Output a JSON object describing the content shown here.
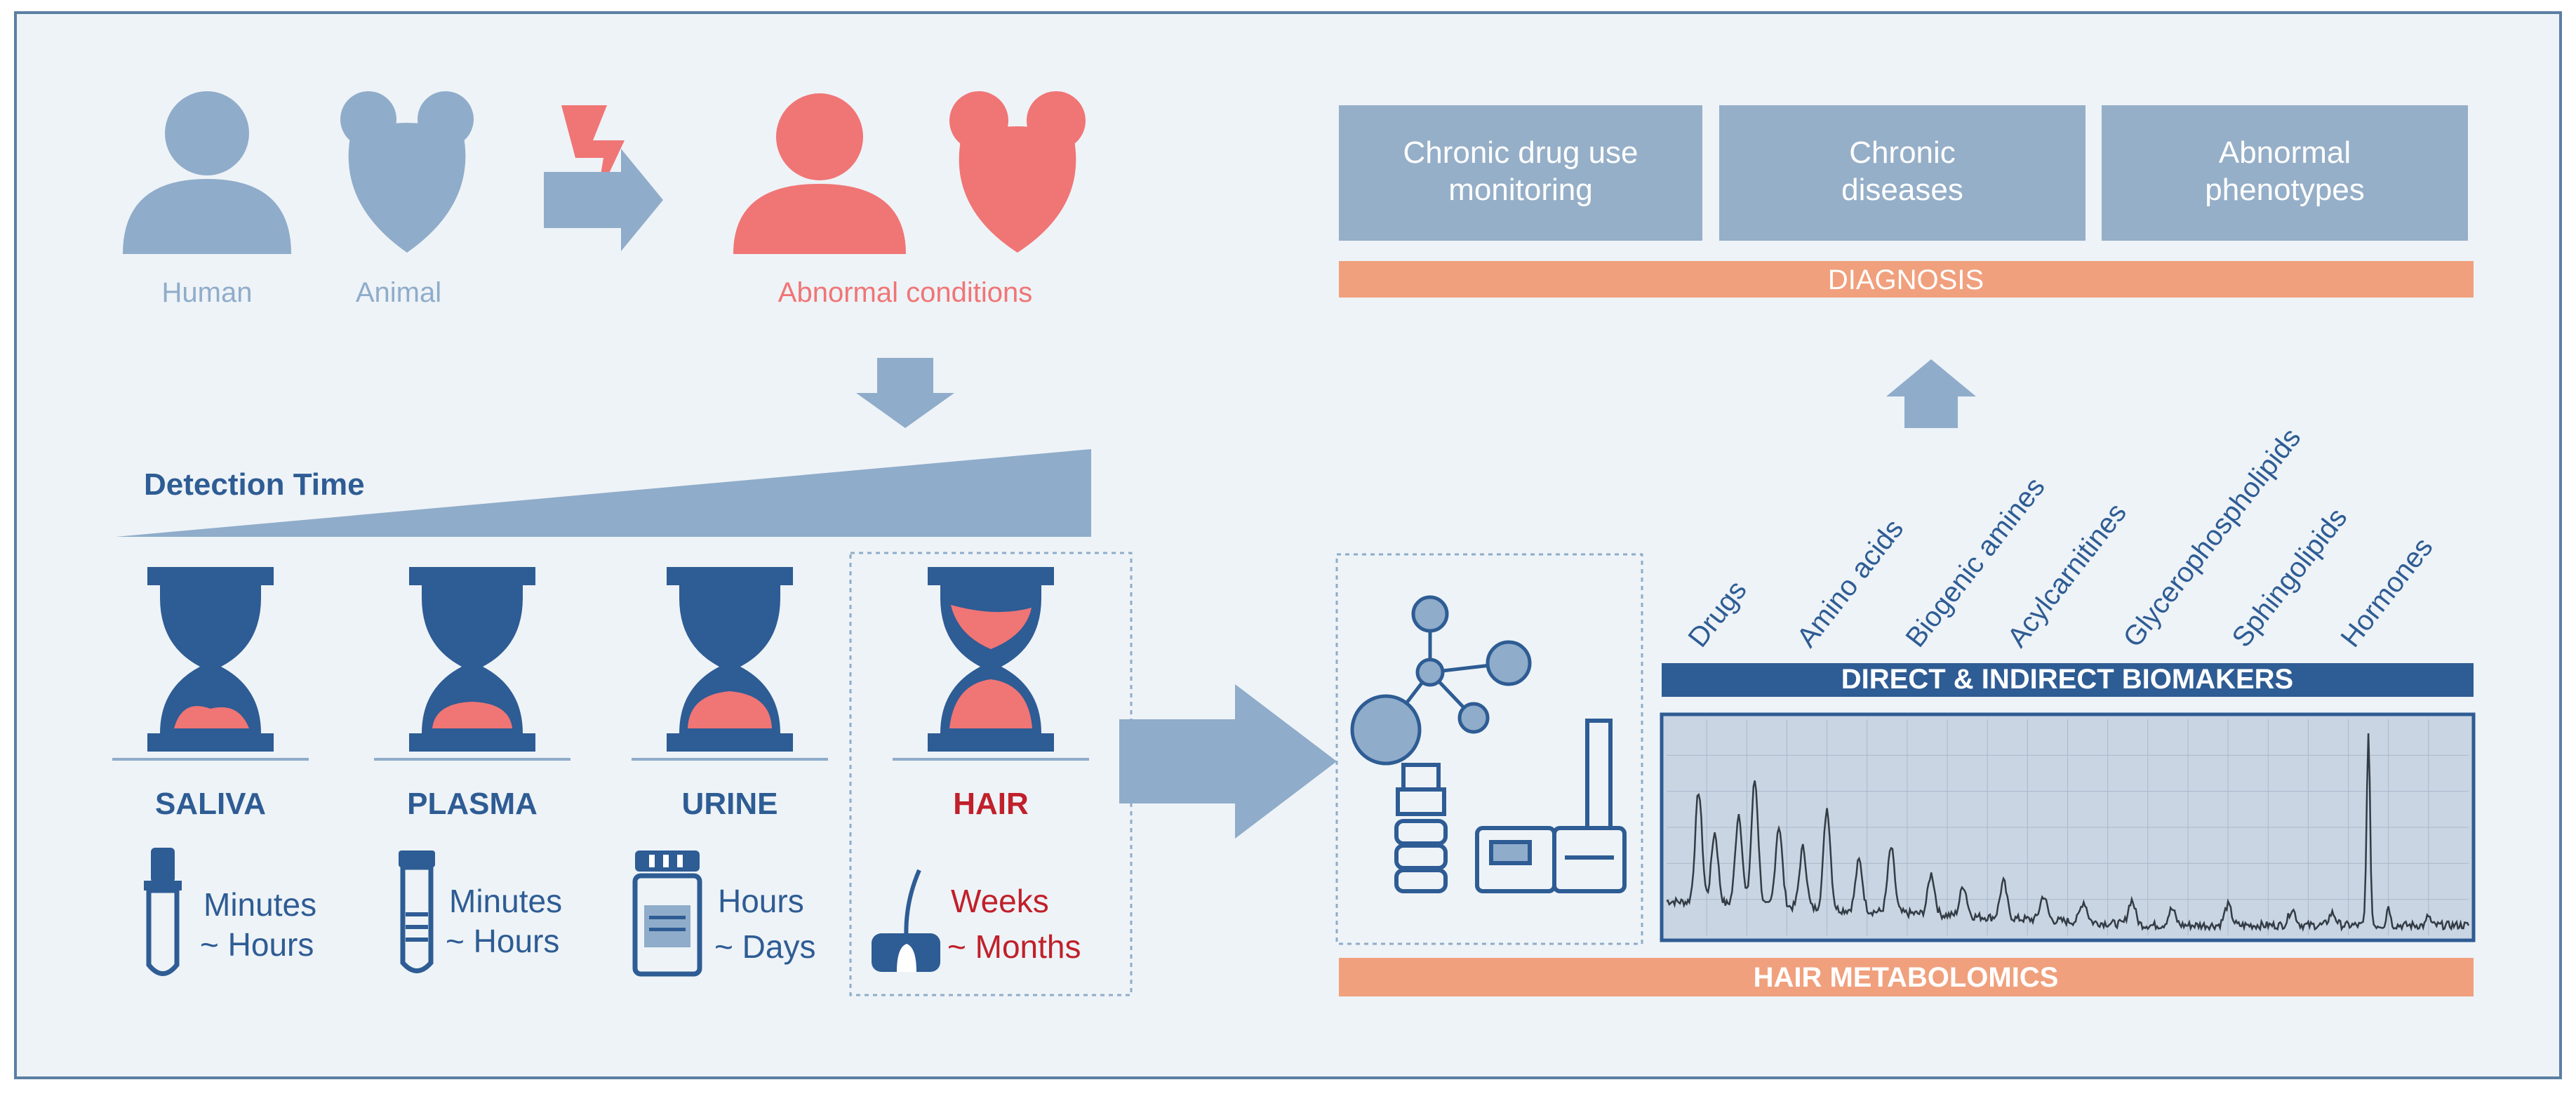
{
  "colors": {
    "background": "#eef3f7",
    "frame": "#5b7fa3",
    "light_blue": "#8facca",
    "dark_blue": "#2e5c94",
    "red": "#f07575",
    "orange_bar": "#f0a07d",
    "box_gray_blue": "#96afc8"
  },
  "subjects": {
    "human_label": "Human",
    "animal_label": "Animal",
    "abnormal_label": "Abnormal conditions"
  },
  "detection_time_label": "Detection Time",
  "samples": [
    {
      "name": "SALIVA",
      "window_line1": "Minutes",
      "window_line2": "~ Hours",
      "icon": "dropper-icon"
    },
    {
      "name": "PLASMA",
      "window_line1": "Minutes",
      "window_line2": "~ Hours",
      "icon": "test-tube-icon"
    },
    {
      "name": "URINE",
      "window_line1": "Hours",
      "window_line2": "~ Days",
      "icon": "urine-cup-icon"
    },
    {
      "name": "HAIR",
      "window_line1": "Weeks",
      "window_line2": "~ Months",
      "icon": "hair-follicle-icon"
    }
  ],
  "diagnosis": {
    "boxes": [
      {
        "line1": "Chronic drug use",
        "line2": "monitoring"
      },
      {
        "line1": "Chronic",
        "line2": "diseases"
      },
      {
        "line1": "Abnormal",
        "line2": "phenotypes"
      }
    ],
    "bar_label": "DIAGNOSIS"
  },
  "biomarker_classes": [
    "Drugs",
    "Amino acids",
    "Biogenic amines",
    "Acylcarnitines",
    "Glycerophospholipids",
    "Sphingolipids",
    "Hormones"
  ],
  "biomarkers_header": "DIRECT & INDIRECT BIOMAKERS",
  "metabolomics_label": "HAIR METABOLOMICS"
}
